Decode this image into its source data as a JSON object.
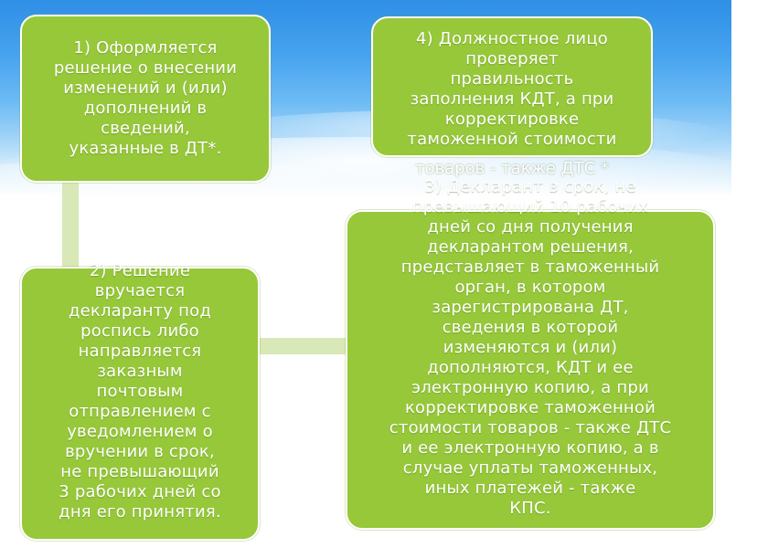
{
  "boxes": {
    "box1": "1) Оформляется\nрешение о внесении\nизменений и (или)\nдополнений в\nсведений,\nуказанные в ДТ*.",
    "box4": "4) Должностное лицо\nпроверяет\nправильность\nзаполнения КДТ, а при\nкорректировке\nтаможенной стоимости",
    "box4_overflow": "товаров - также ДТС *",
    "box2": "2) Решение\nвручается\nдекларанту под\nроспись либо\nнаправляется\nзаказным\nпочтовым\nотправлением с\nуведомлением о\nвручении в срок,\nне превышающий\n3 рабочих дней со\nдня его принятия.",
    "box3": "3) Декларант в срок, не\nпревышающий 10 рабочих\nдней со дня получения\nдекларантом решения,\nпредставляет в таможенный\nорган, в котором\nзарегистрирована ДТ,\nсведения в которой\nизменяются и (или)\nдополняются, КДТ и ее\nэлектронную копию, а при\nкорректировке таможенной\nстоимости товаров - также ДТС\nи ее электронную копию, а в\nслучае уплаты таможенных,\nиных платежей - также\nКПС."
  },
  "colors": {
    "box_fill": "#96c83a",
    "box_border": "#ffffff",
    "connector": "#d8e8b6",
    "sky_top": "#2f8fe6"
  }
}
